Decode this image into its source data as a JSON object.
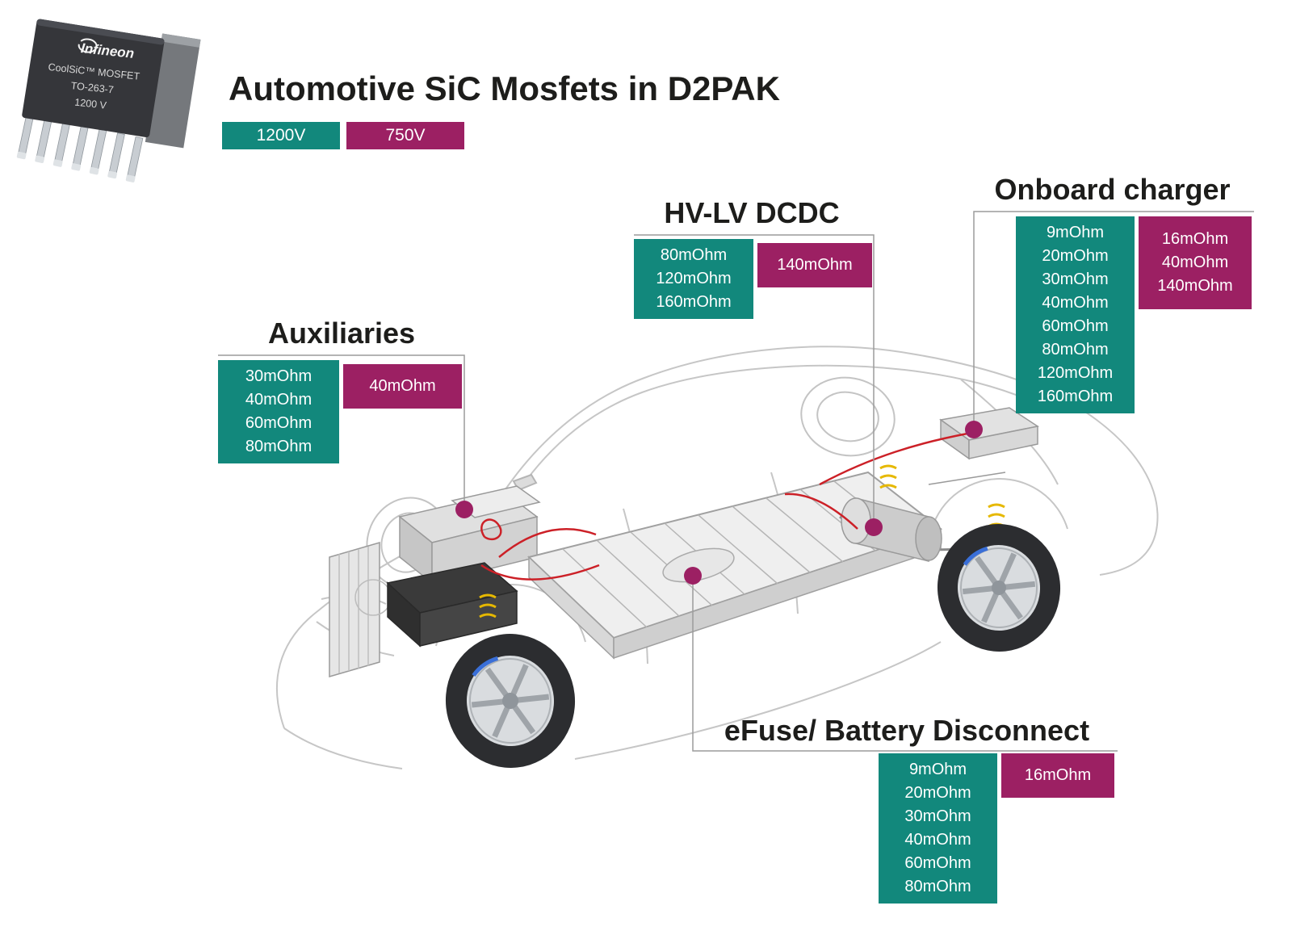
{
  "title": "Automotive SiC Mosfets in D2PAK",
  "legend": {
    "teal_label": "1200V",
    "magenta_label": "750V"
  },
  "colors": {
    "teal": "#12887C",
    "magenta": "#9C2063"
  },
  "chip": {
    "brand": "Infineon",
    "line1": "CoolSiC™ MOSFET",
    "line2": "TO-263-7",
    "line3": "1200 V"
  },
  "callouts": [
    {
      "id": "auxiliaries",
      "label": "Auxiliaries",
      "teal_values": [
        "30mOhm",
        "40mOhm",
        "60mOhm",
        "80mOhm"
      ],
      "magenta_values": [
        "40mOhm"
      ]
    },
    {
      "id": "hv-lv-dcdc",
      "label": "HV-LV DCDC",
      "teal_values": [
        "80mOhm",
        "120mOhm",
        "160mOhm"
      ],
      "magenta_values": [
        "140mOhm"
      ]
    },
    {
      "id": "onboard-charger",
      "label": "Onboard charger",
      "teal_values": [
        "9mOhm",
        "20mOhm",
        "30mOhm",
        "40mOhm",
        "60mOhm",
        "80mOhm",
        "120mOhm",
        "160mOhm"
      ],
      "magenta_values": [
        "16mOhm",
        "40mOhm",
        "140mOhm"
      ]
    },
    {
      "id": "efuse-battery-disconnect",
      "label": "eFuse/ Battery Disconnect",
      "teal_values": [
        "9mOhm",
        "20mOhm",
        "30mOhm",
        "40mOhm",
        "60mOhm",
        "80mOhm"
      ],
      "magenta_values": [
        "16mOhm"
      ]
    }
  ]
}
